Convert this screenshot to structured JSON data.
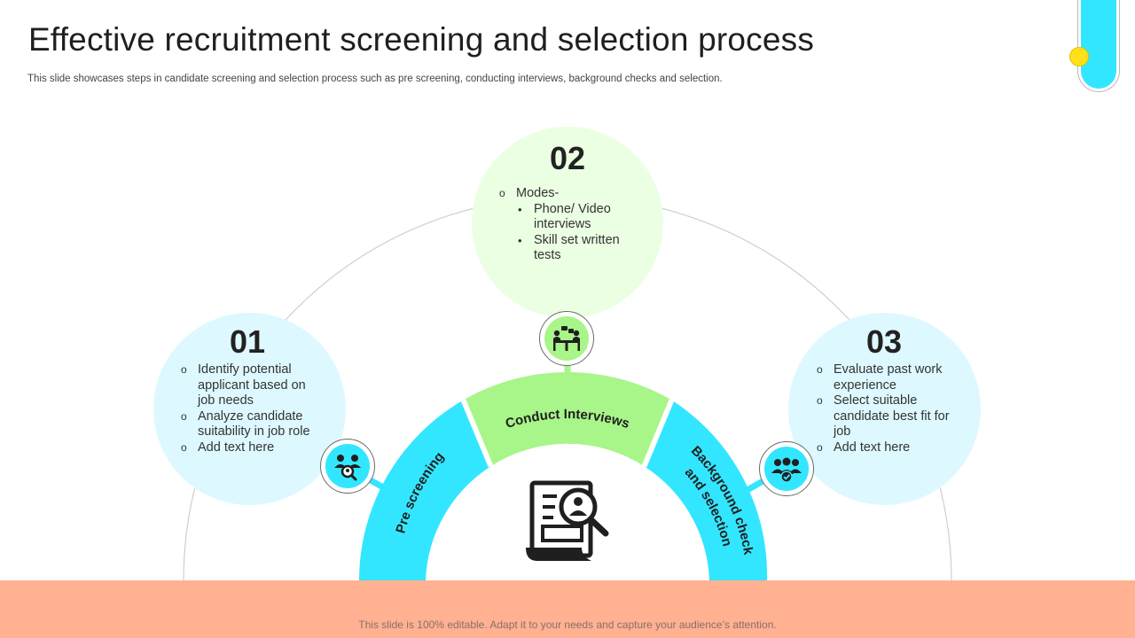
{
  "header": {
    "title": "Effective recruitment screening and selection process",
    "subtitle": "This slide showcases steps in candidate screening and selection process such as pre screening, conducting interviews, background checks and selection."
  },
  "steps": [
    {
      "number": "01",
      "bullets": [
        "Identify potential applicant based on job needs",
        "Analyze candidate suitability in job role",
        "Add text here"
      ],
      "icon": "user-search-icon"
    },
    {
      "number": "02",
      "bullets": [
        "Modes-"
      ],
      "sub_bullets": [
        "Phone/ Video interviews",
        "Skill set written tests"
      ],
      "icon": "interview-table-icon"
    },
    {
      "number": "03",
      "bullets": [
        "Evaluate past work experience",
        "Select suitable candidate best fit for job",
        "Add text here"
      ],
      "icon": "team-check-icon"
    }
  ],
  "arc_segments": [
    {
      "label": "Pre screening"
    },
    {
      "label": "Conduct Interviews"
    },
    {
      "label": "Background check and selection",
      "line1": "Background check",
      "line2": "and selection"
    }
  ],
  "center_icon": "resume-search-icon",
  "footer": {
    "text": "This slide is 100% editable. Adapt it to your needs and capture your audience’s attention."
  },
  "colors": {
    "cyan": "#33e6ff",
    "light_green": "#a8f58a",
    "pale_green": "#ebffe3",
    "pale_cyan": "#ddf9ff",
    "footer": "#ffb192",
    "yellow": "#ffe01a"
  }
}
